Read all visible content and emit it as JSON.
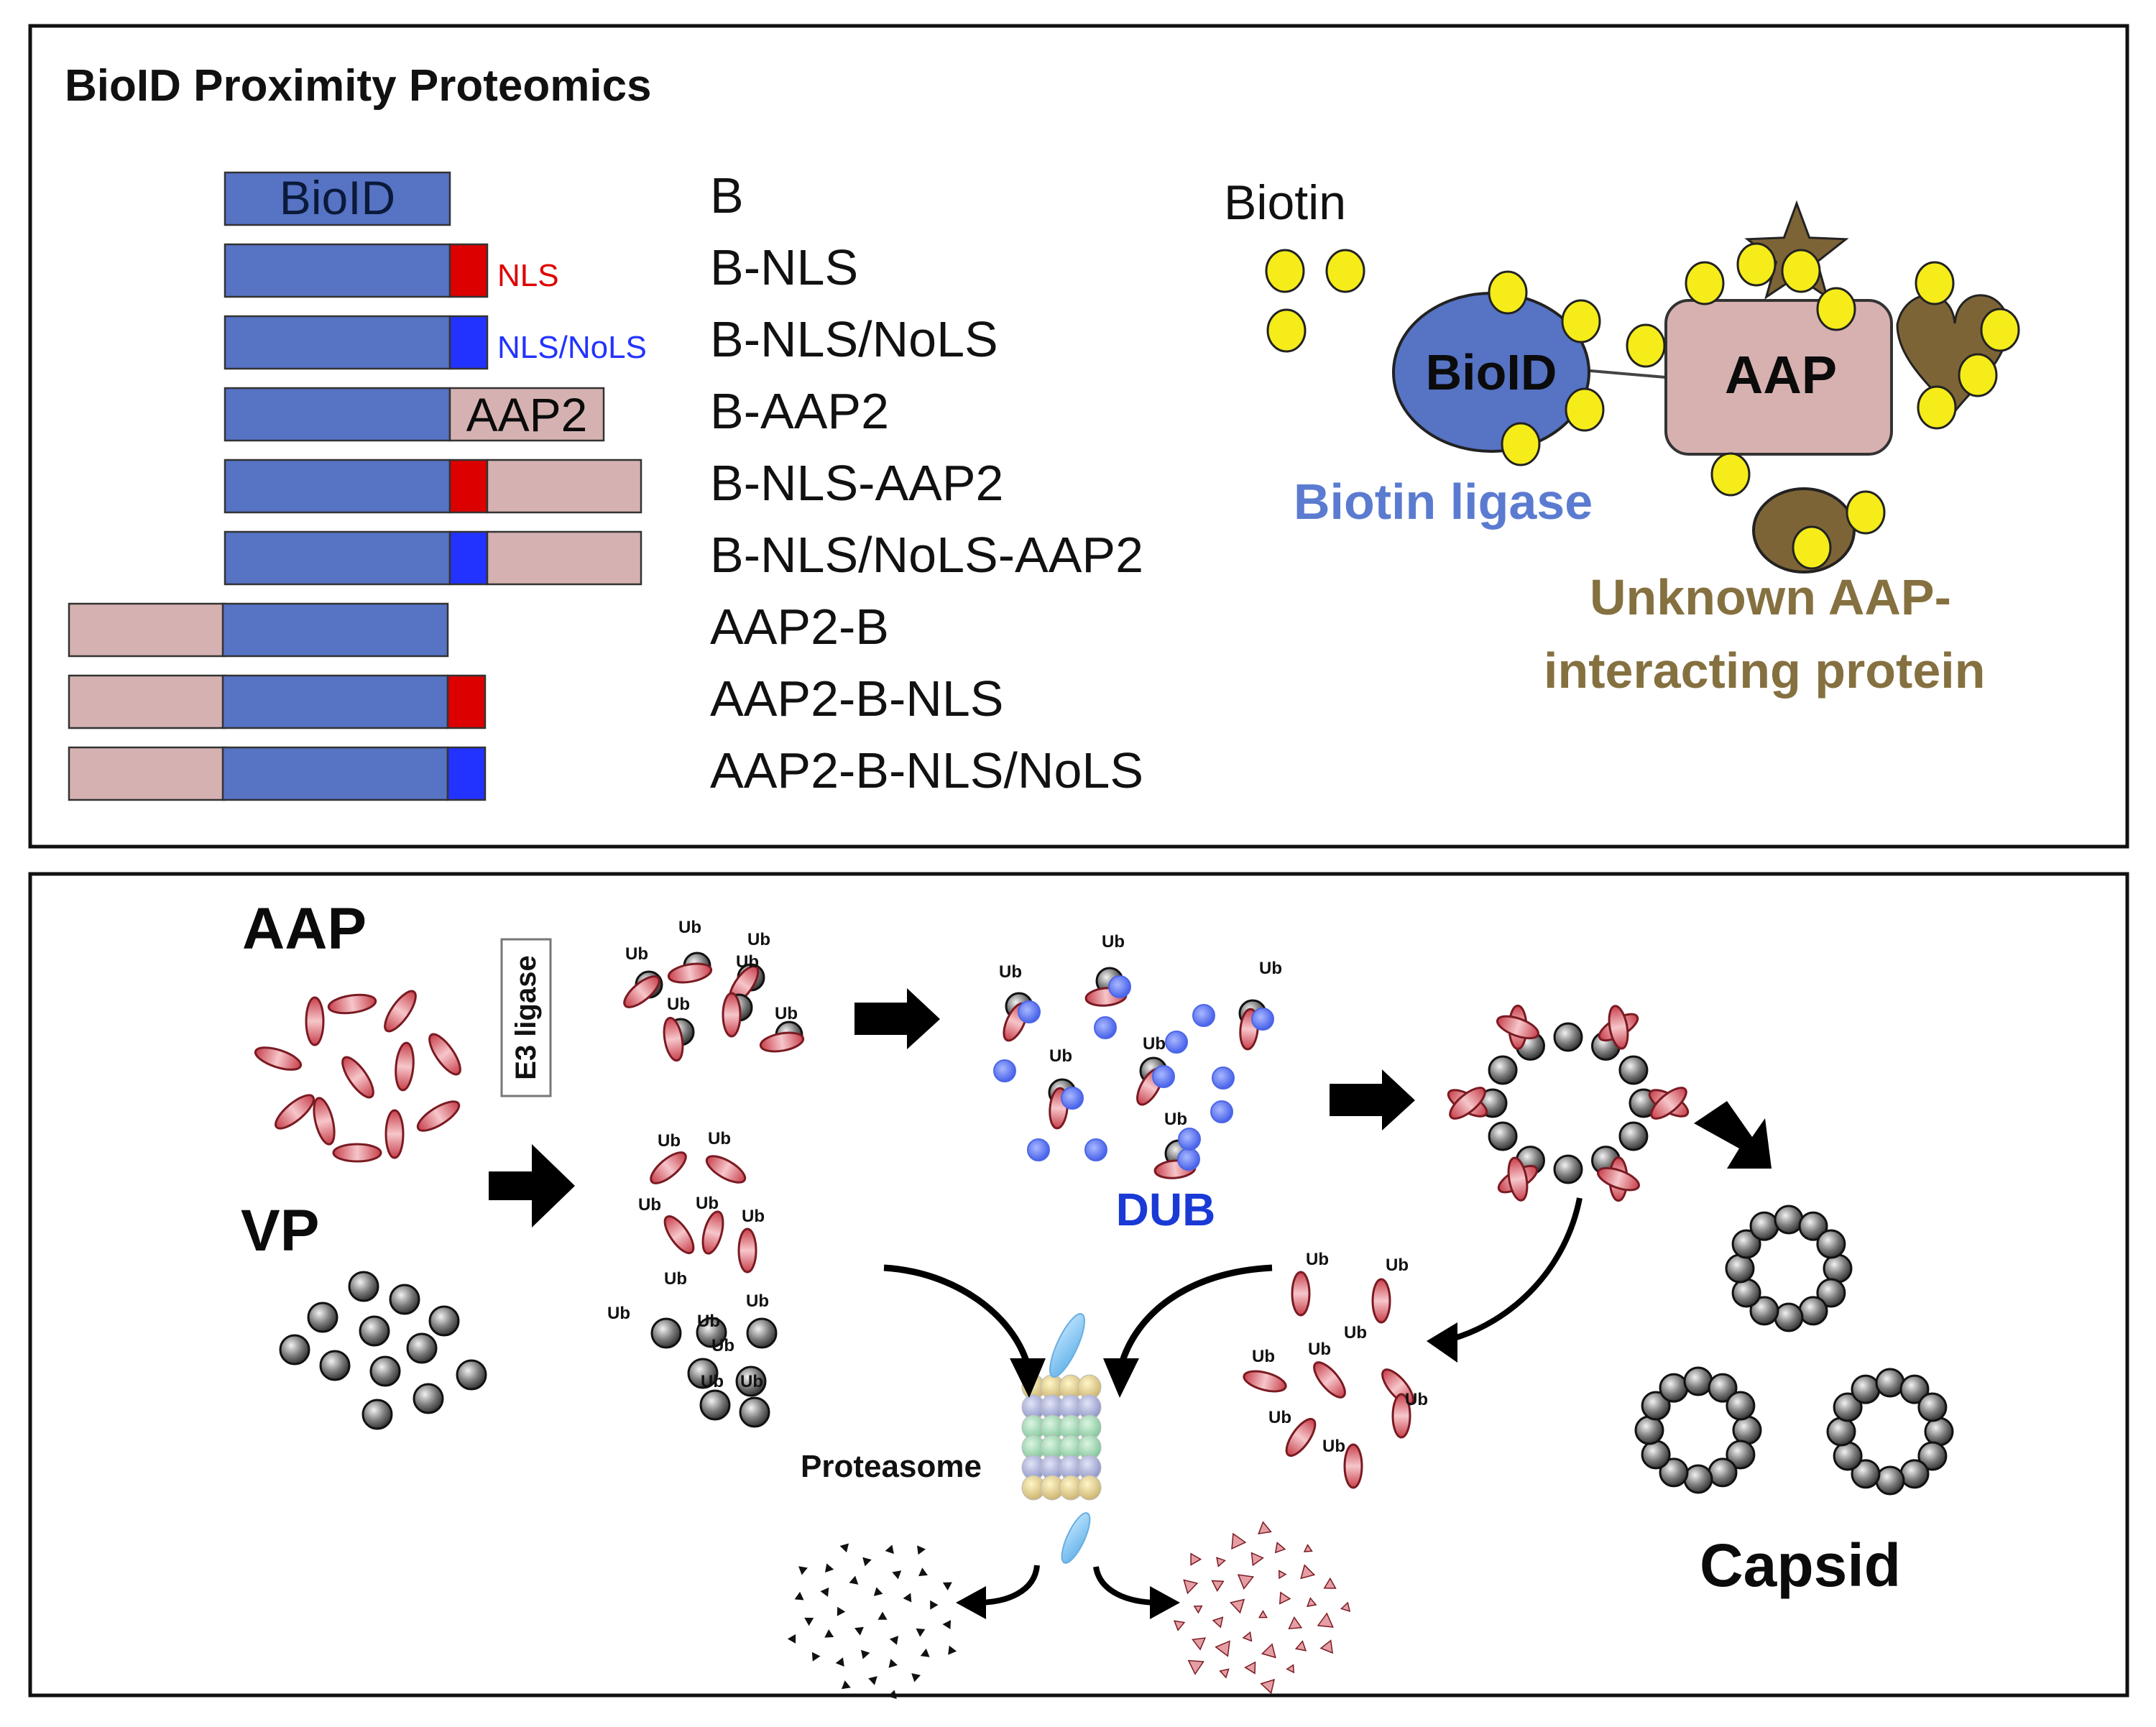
{
  "top_panel": {
    "title": "BioID Proximity Proteomics",
    "construct_domain_labels": {
      "biold": "BioID",
      "nls": "NLS",
      "nls_nols": "NLS/NoLS",
      "aap2": "AAP2"
    },
    "constructs": [
      {
        "name": "B",
        "parts": [
          "B"
        ]
      },
      {
        "name": "B-NLS",
        "parts": [
          "B",
          "NLS"
        ]
      },
      {
        "name": "B-NLS/NoLS",
        "parts": [
          "B",
          "NoLS"
        ]
      },
      {
        "name": "B-AAP2",
        "parts": [
          "B",
          "AAP2"
        ]
      },
      {
        "name": "B-NLS-AAP2",
        "parts": [
          "B",
          "NLS",
          "AAP2"
        ]
      },
      {
        "name": "B-NLS/NoLS-AAP2",
        "parts": [
          "B",
          "NoLS",
          "AAP2"
        ]
      },
      {
        "name": "AAP2-B",
        "parts": [
          "AAP2",
          "B"
        ]
      },
      {
        "name": "AAP2-B-NLS",
        "parts": [
          "AAP2",
          "B",
          "NLS"
        ]
      },
      {
        "name": "AAP2-B-NLS/NoLS",
        "parts": [
          "AAP2",
          "B",
          "NoLS"
        ]
      }
    ],
    "schematic": {
      "biotin_label": "Biotin",
      "biold_label": "BioID",
      "aap_label": "AAP",
      "biotin_ligase_label": "Biotin ligase",
      "unknown_line1": "Unknown AAP-",
      "unknown_line2": "interacting protein"
    }
  },
  "bottom_panel": {
    "aap_label": "AAP",
    "vp_label": "VP",
    "e3_ligase_label": "E3 ligase",
    "ub_label": "Ub",
    "dub_label": "DUB",
    "proteasome_label": "Proteasome",
    "capsid_label": "Capsid"
  },
  "colors": {
    "biold_blue": "#5673c4",
    "nls_red": "#dd0000",
    "nols_blue": "#2233ff",
    "aap2_pink": "#d5b2b1",
    "biotin_yellow": "#f5ec1a",
    "interactor_brown": "#7d6437",
    "aap_box_pink": "#d7b1b0",
    "ligase_text_blue": "#5b7bd0",
    "unknown_text_brown": "#857040",
    "dub_blue": "#1a3ad6",
    "aap_protein_red": "#d25a64"
  }
}
